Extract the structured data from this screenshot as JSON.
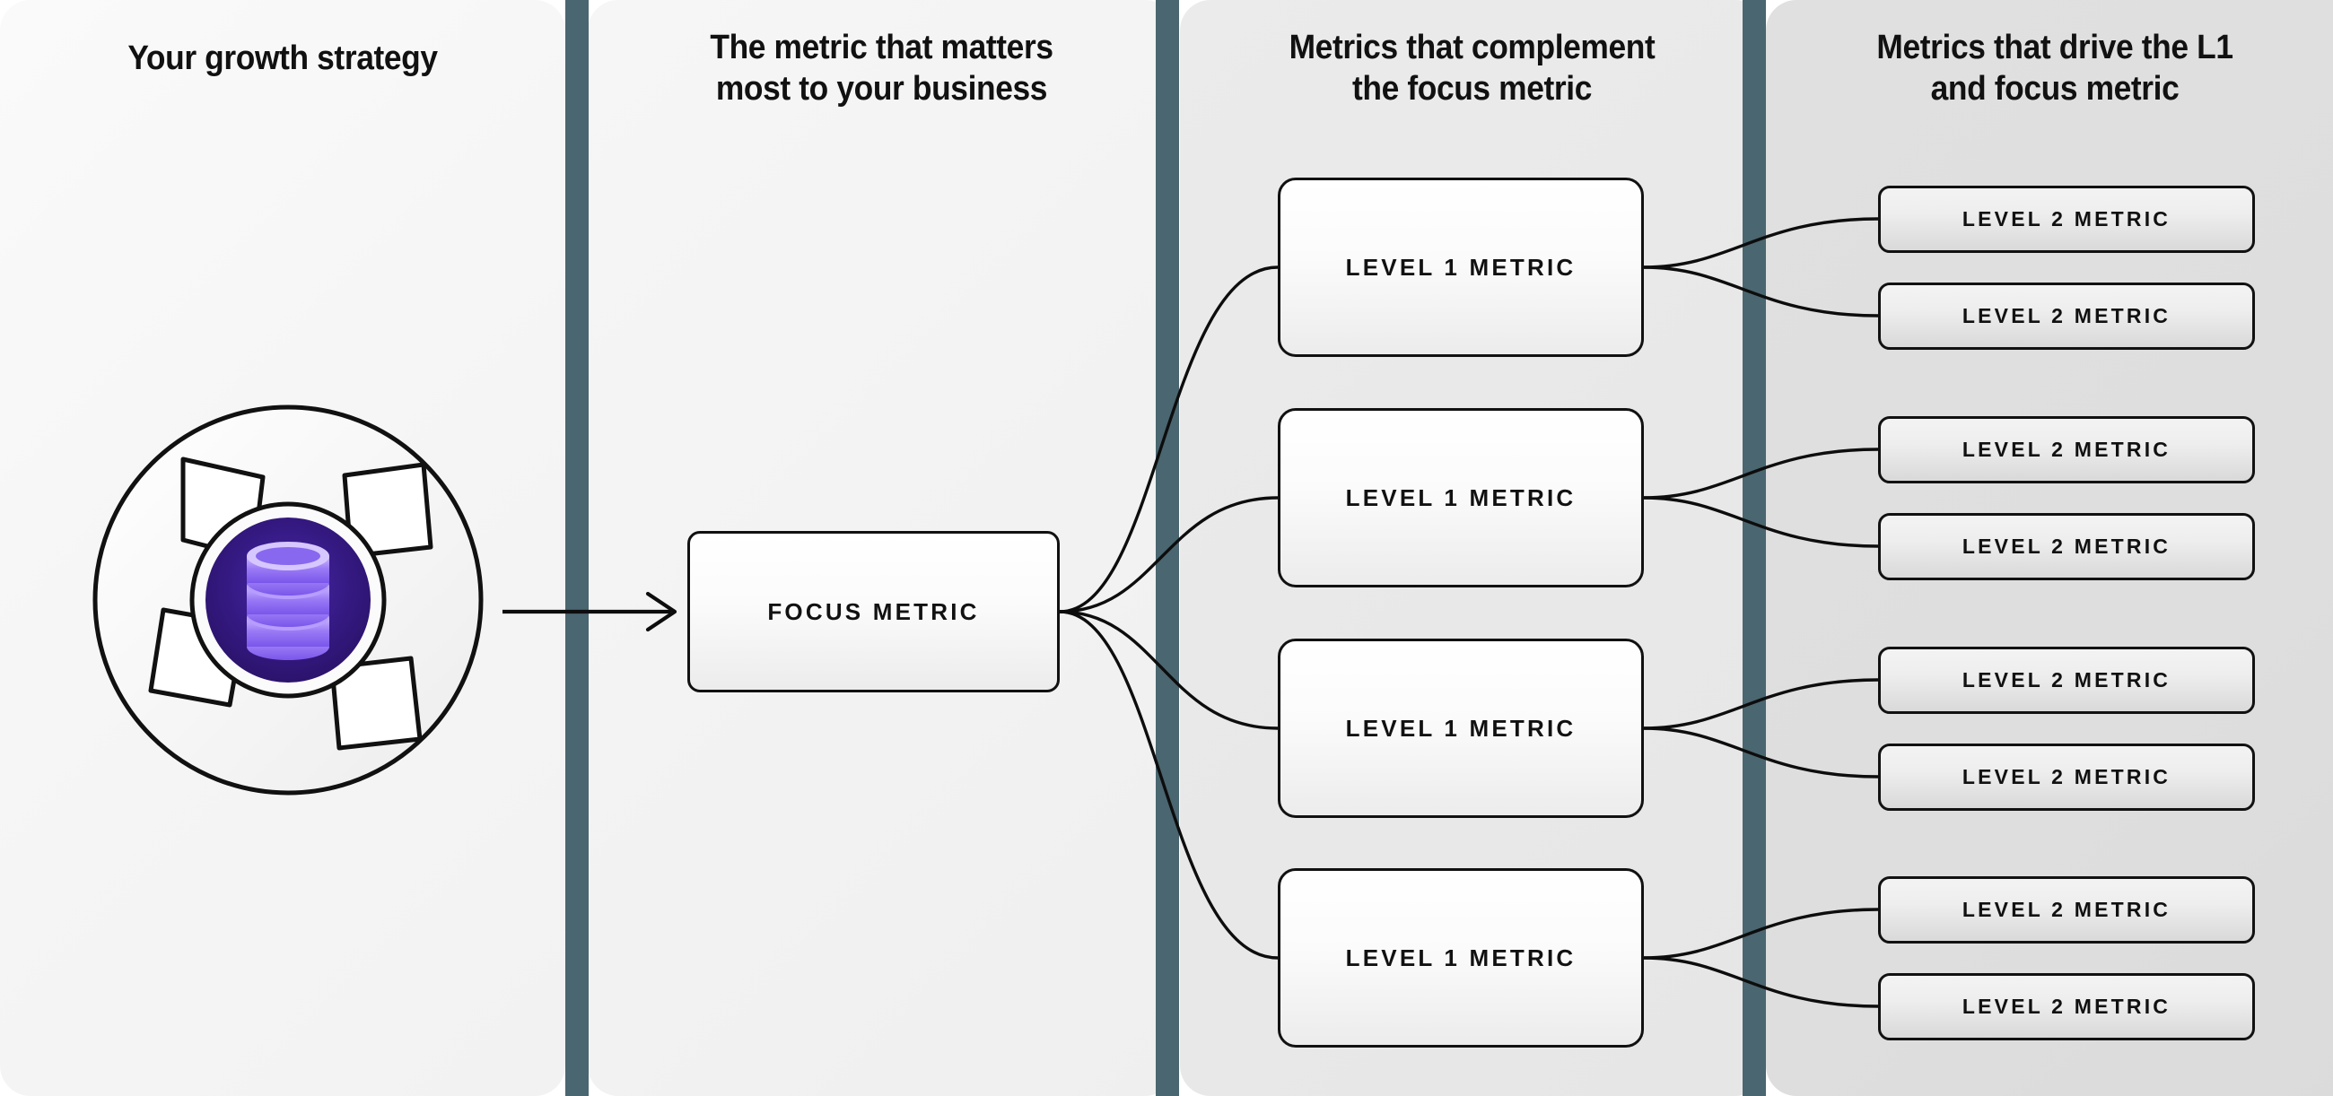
{
  "columns": [
    {
      "id": "growth-strategy",
      "heading": "Your growth strategy"
    },
    {
      "id": "focus-metric",
      "heading": "The metric that matters\nmost to your business"
    },
    {
      "id": "level-1-metrics",
      "heading": "Metrics that complement\nthe focus metric"
    },
    {
      "id": "level-2-metrics",
      "heading": "Metrics that drive the L1\nand focus metric"
    }
  ],
  "emblem": {
    "name": "growth-strategy-emblem",
    "core_icon": "database-icon",
    "core_color": "#3b1f8f",
    "core_accent": "#8b6cf0",
    "outline_color": "#111111",
    "petal_fill": "#fbfbfb"
  },
  "focus_node": {
    "label": "FOCUS METRIC"
  },
  "level1_nodes": [
    {
      "label": "LEVEL 1 METRIC"
    },
    {
      "label": "LEVEL 1 METRIC"
    },
    {
      "label": "LEVEL 1 METRIC"
    },
    {
      "label": "LEVEL 1 METRIC"
    }
  ],
  "level2_nodes": [
    {
      "label": "LEVEL 2 METRIC"
    },
    {
      "label": "LEVEL 2 METRIC"
    },
    {
      "label": "LEVEL 2 METRIC"
    },
    {
      "label": "LEVEL 2 METRIC"
    },
    {
      "label": "LEVEL 2 METRIC"
    },
    {
      "label": "LEVEL 2 METRIC"
    },
    {
      "label": "LEVEL 2 METRIC"
    },
    {
      "label": "LEVEL 2 METRIC"
    }
  ],
  "colors": {
    "divider": "#4a6670",
    "panel_1": "#f7f7f7",
    "panel_2": "#f2f2f2",
    "panel_3": "#e8e8e8",
    "panel_4": "#dedede",
    "stroke": "#111111",
    "text": "#111111"
  }
}
